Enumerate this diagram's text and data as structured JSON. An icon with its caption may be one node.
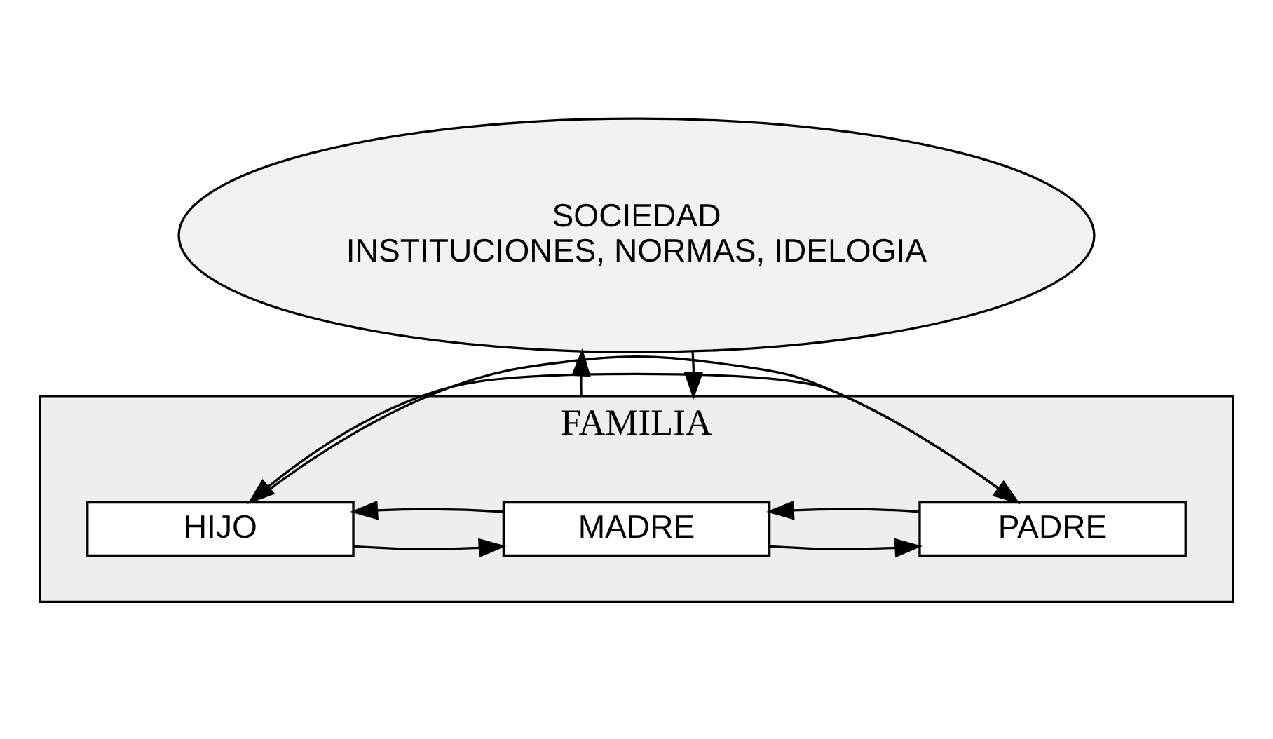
{
  "diagram": {
    "nodes": [
      {
        "text": [
          "SOCIEDAD",
          "INSTITUCIONES, NORMAS, IDELOGIA"
        ]
      },
      {
        "text": [
          "FAMILIA"
        ]
      },
      {
        "text": [
          "PADRE"
        ],
        "in": 1
      },
      {
        "text": [
          "MADRE"
        ],
        "in": 1
      },
      {
        "text": [
          "HIJO"
        ],
        "in": 1
      }
    ],
    "edges": [
      {
        "from": 0,
        "to": 1,
        "arrow": "to"
      },
      {
        "from": 1,
        "to": 0,
        "arrow": "to"
      },
      {
        "from": 3,
        "to": 2,
        "arrow": "to"
      },
      {
        "from": 2,
        "to": 3,
        "arrow": "to"
      },
      {
        "from": 4,
        "to": 3,
        "arrow": "to"
      },
      {
        "from": 3,
        "to": 4,
        "arrow": "to"
      },
      {
        "from": 2,
        "to": 4,
        "arrow": "to"
      },
      {
        "from": 4,
        "to": 2,
        "arrow": "to"
      }
    ]
  }
}
